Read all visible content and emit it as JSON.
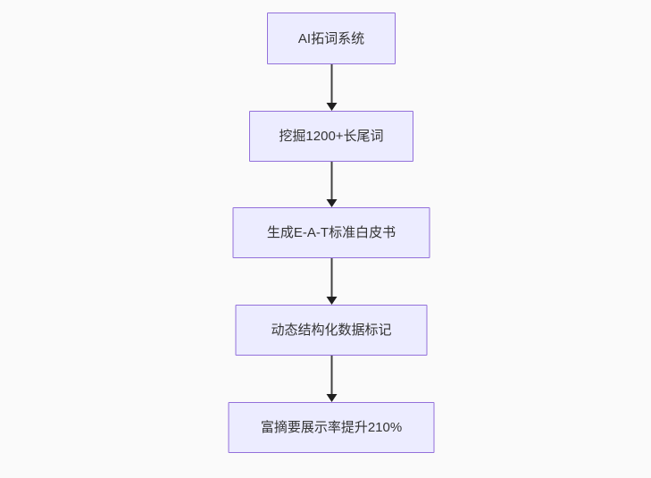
{
  "flowchart": {
    "type": "flowchart-top-down",
    "title": "",
    "colors": {
      "background": "#fafafa",
      "node_fill": "#ECECFF",
      "node_border": "#9370DB",
      "node_text": "#333333",
      "edge_line": "#424242",
      "edge_arrowhead": "#1f1f1f"
    },
    "nodes": [
      {
        "id": "node-1",
        "label": "AI拓词系统"
      },
      {
        "id": "node-2",
        "label": "挖掘1200+长尾词"
      },
      {
        "id": "node-3",
        "label": "生成E-A-T标准白皮书"
      },
      {
        "id": "node-4",
        "label": "动态结构化数据标记"
      },
      {
        "id": "node-5",
        "label": "富摘要展示率提升210%"
      }
    ],
    "edges": [
      {
        "from": "node-1",
        "to": "node-2",
        "style": "arrow-down"
      },
      {
        "from": "node-2",
        "to": "node-3",
        "style": "arrow-down"
      },
      {
        "from": "node-3",
        "to": "node-4",
        "style": "arrow-down"
      },
      {
        "from": "node-4",
        "to": "node-5",
        "style": "arrow-down"
      }
    ]
  }
}
